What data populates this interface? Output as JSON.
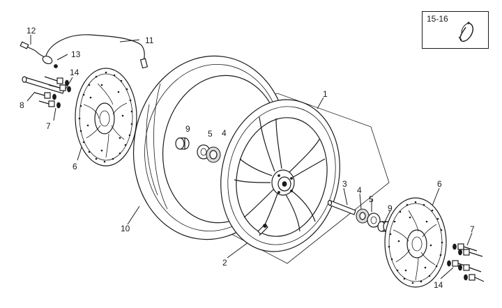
{
  "inset": {
    "label": "15-16",
    "icon": "tyre-clip-icon"
  },
  "callouts": {
    "c1": "1",
    "c2": "2",
    "c3": "3",
    "c4a": "4",
    "c4b": "4",
    "c5a": "5",
    "c5b": "5",
    "c6a": "6",
    "c6b": "6",
    "c7a": "7",
    "c7b": "7",
    "c8": "8",
    "c9a": "9",
    "c9b": "9",
    "c10": "10",
    "c11": "11",
    "c12": "12",
    "c13": "13",
    "c14a": "14",
    "c14b": "14"
  }
}
